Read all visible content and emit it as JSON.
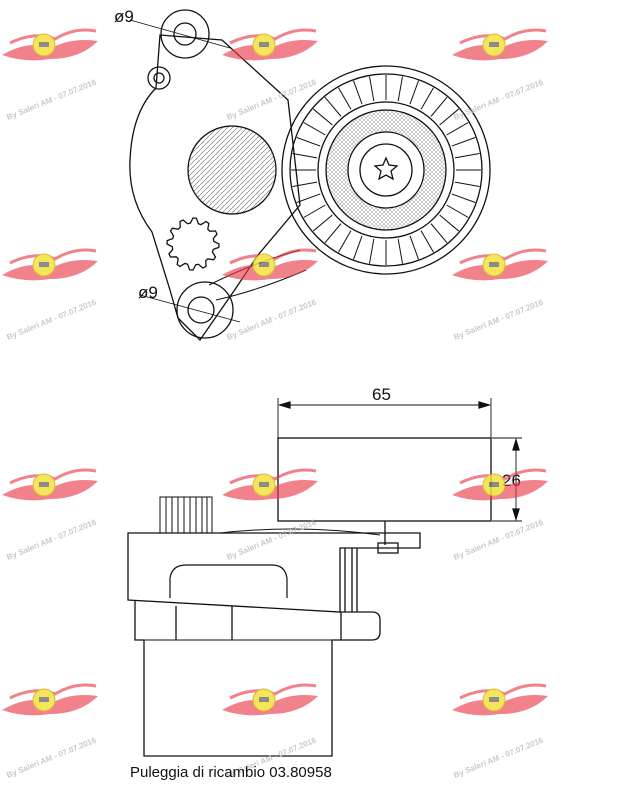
{
  "top_view": {
    "hole_upper_label": "ø9",
    "hole_lower_label": "ø9"
  },
  "side_view": {
    "width_label": "65",
    "height_label": "26"
  },
  "caption": "Puleggia di ricambio 03.80958",
  "watermark": {
    "text": "By Saleri AM - 07.07.2016",
    "color": "#e8394a",
    "badge_color": "#f2e23a"
  }
}
